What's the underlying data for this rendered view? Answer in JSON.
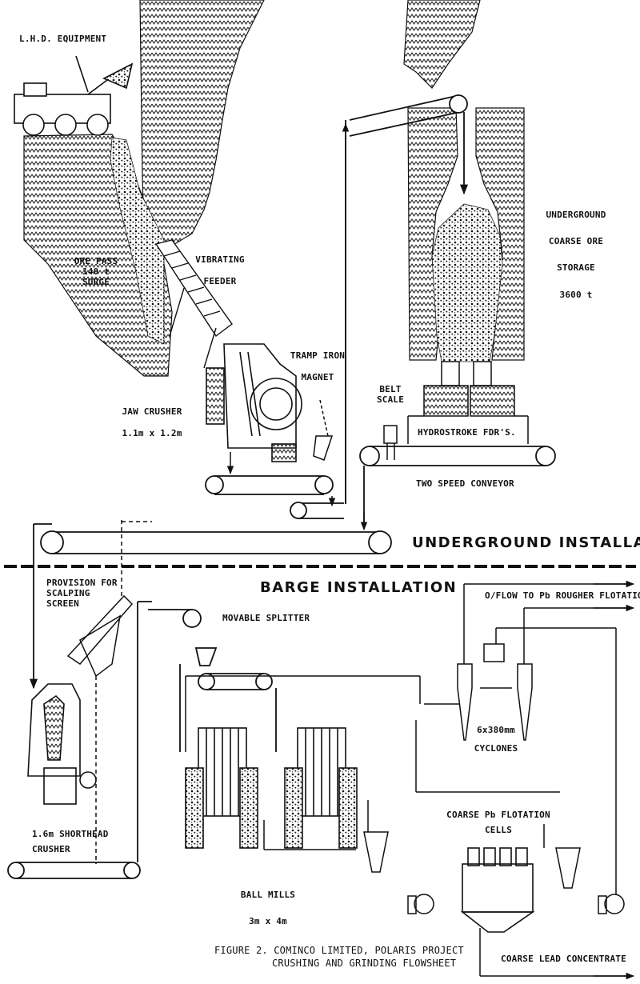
{
  "labels": {
    "lhd_equipment": "L.H.D. EQUIPMENT",
    "ore_pass_1": "ORE PASS",
    "ore_pass_2": "140 t",
    "ore_pass_3": "SURGE",
    "vibrating_feeder_1": "VIBRATING",
    "vibrating_feeder_2": "FEEDER",
    "jaw_crusher_1": "JAW CRUSHER",
    "jaw_crusher_2": "1.1m x 1.2m",
    "tramp_iron_1": "TRAMP IRON",
    "tramp_iron_2": "MAGNET",
    "belt_scale_1": "BELT",
    "belt_scale_2": "SCALE",
    "hydrostroke": "HYDROSTROKE FDR'S.",
    "two_speed_conveyor": "TWO SPEED CONVEYOR",
    "storage_1": "UNDERGROUND",
    "storage_2": "COARSE ORE",
    "storage_3": "STORAGE",
    "storage_4": "3600 t",
    "underground_installation": "UNDERGROUND INSTALLATION",
    "barge_installation": "BARGE INSTALLATION",
    "scalping_1": "PROVISION FOR",
    "scalping_2": "SCALPING",
    "scalping_3": "SCREEN",
    "movable_splitter": "MOVABLE SPLITTER",
    "overflow": "O/FLOW TO Pb ROUGHER FLOTATION",
    "cyclones_1": "6x380mm",
    "cyclones_2": "CYCLONES",
    "shorthead_1": "1.6m SHORTHEAD",
    "shorthead_2": "CRUSHER",
    "ball_mills_1": "BALL MILLS",
    "ball_mills_2": "3m x 4m",
    "flotation_1": "COARSE Pb FLOTATION",
    "flotation_2": "CELLS",
    "concentrate": "COARSE LEAD CONCENTRATE",
    "caption_1": "FIGURE 2.  COMINCO LIMITED, POLARIS PROJECT",
    "caption_2": "CRUSHING AND GRINDING FLOWSHEET"
  }
}
